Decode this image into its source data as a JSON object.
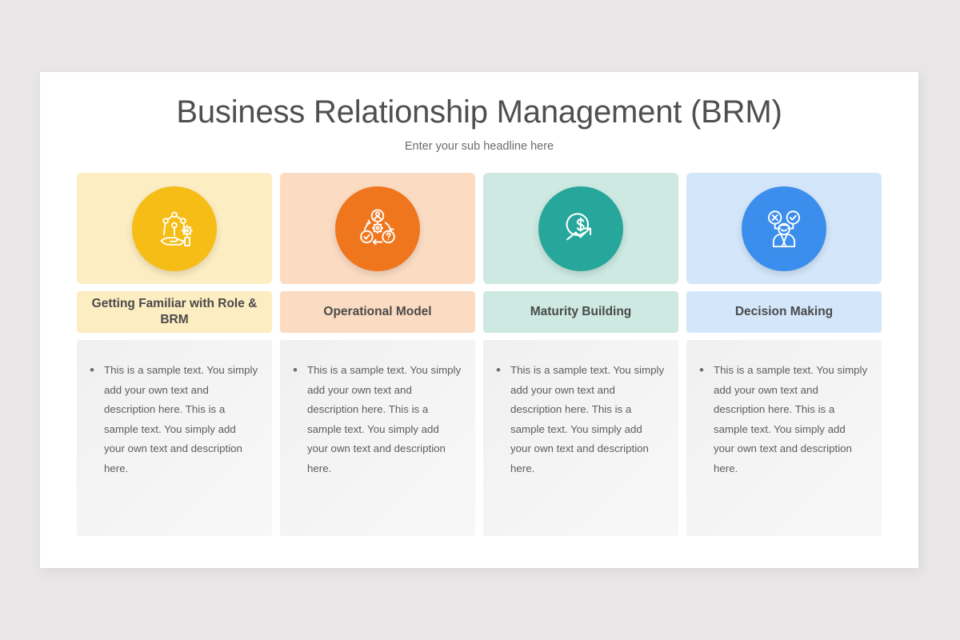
{
  "slide": {
    "title": "Business Relationship Management (BRM)",
    "subtitle": "Enter your sub headline here"
  },
  "colors": {
    "page_background": "#e8e6e7",
    "slide_background": "#ffffff",
    "title_text": "#4f4f4f",
    "subtitle_text": "#6b6b6b",
    "body_text": "#5d5d5d",
    "body_background": "#f2f2f2"
  },
  "cards": [
    {
      "title": "Getting Familiar with Role & BRM",
      "icon": "hand-network-gear-icon",
      "accent": "#f5bd15",
      "tint": "#fdedc2",
      "body": "This is a sample text. You simply add your own text and description here. This is a sample text. You simply add your own text and description here."
    },
    {
      "title": "Operational Model",
      "icon": "cycle-person-question-check-icon",
      "accent": "#f0761e",
      "tint": "#fbdcc3",
      "body": "This is a sample text. You simply add your own text and description here. This is a sample text. You simply add your own text and description here."
    },
    {
      "title": "Maturity Building",
      "icon": "dollar-growth-arrow-icon",
      "accent": "#27a79b",
      "tint": "#cde9e1",
      "body": "This is a sample text. You simply add your own text and description here. This is a sample text. You simply add your own text and description here."
    },
    {
      "title": "Decision Making",
      "icon": "person-choice-check-cross-icon",
      "accent": "#3c8eec",
      "tint": "#d4e6fa",
      "body": "This is a sample text. You simply add your own text and description here. This is a sample text. You simply add your own text and description here."
    }
  ]
}
